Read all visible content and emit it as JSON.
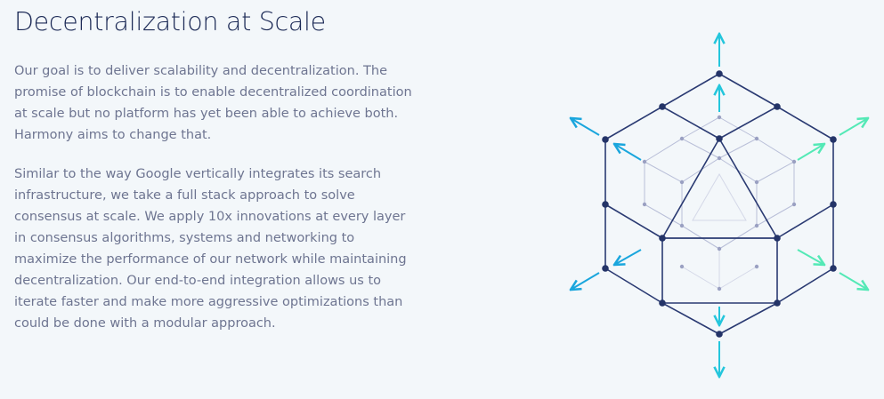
{
  "heading": "Decentralization at Scale",
  "paragraphs": [
    "Our goal is to deliver scalability and decentralization. The promise of blockchain is to enable decentralized coordination at scale but no platform has yet been able to achieve both. Harmony aims to change that.",
    "Similar to the way Google vertically integrates its search infrastructure, we take a full stack approach to solve consensus at scale. We apply 10x innovations at every layer in consensus algorithms, systems and networking to maximize the performance of our network while maintaining decentralization. Our end-to-end integration allows us to iterate faster and make more aggressive optimizations than could be done with a modular approach."
  ],
  "illustration": {
    "icon": "expanding-network-hexagon-icon",
    "colors": {
      "outline": "#2a3a72",
      "inner": "#b9bfd8",
      "arrow_cyan": "#24c6dc",
      "arrow_blue": "#1aa6dd",
      "arrow_green": "#54e9b6"
    }
  }
}
